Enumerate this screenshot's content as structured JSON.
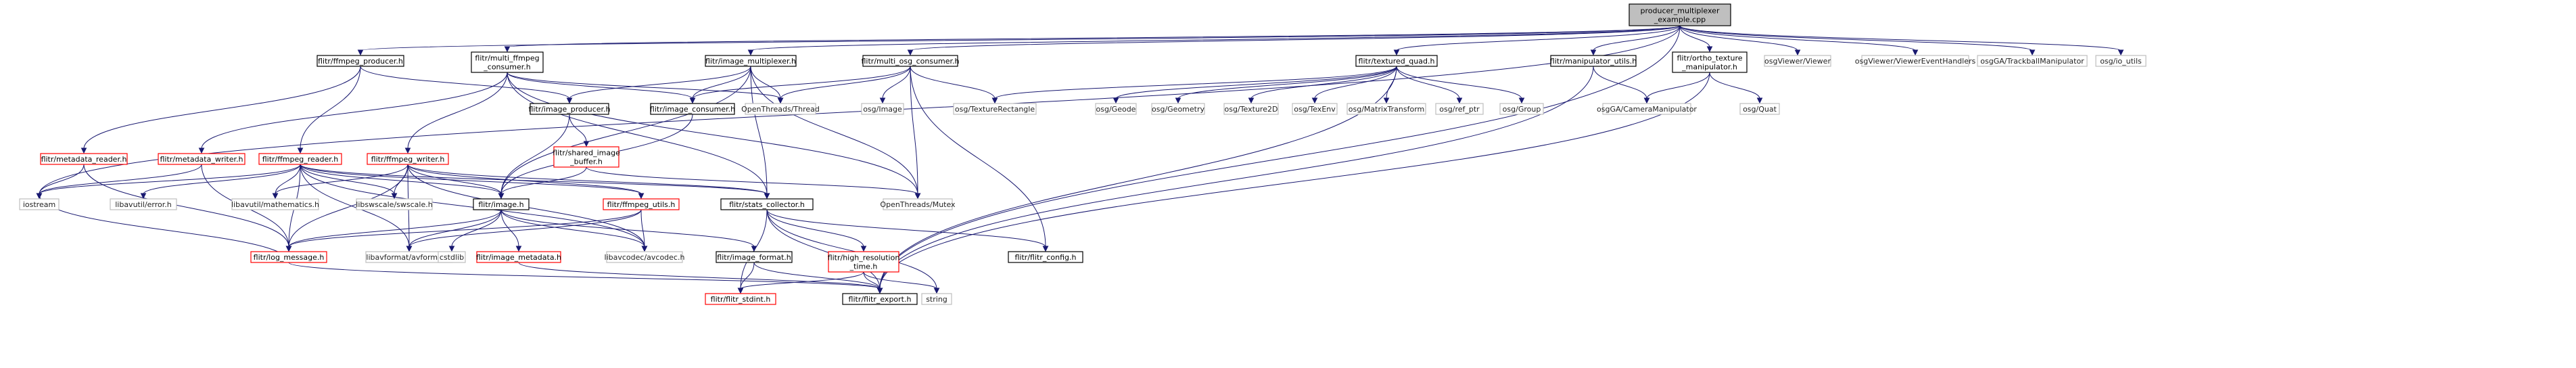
{
  "root": "producer_multiplexer_example.cpp",
  "colors": {
    "edge": "#191970",
    "border_internal": "#000000",
    "border_missing": "#ff0000",
    "border_external": "#bfbfbf",
    "fill_root": "#bfbfbf",
    "fill_default": "#ffffff"
  },
  "nodes": [
    {
      "id": "root",
      "lines": [
        "producer_multiplexer",
        "_example.cpp"
      ],
      "style": "root"
    },
    {
      "id": "ffmpeg_producer",
      "lines": [
        "flitr/ffmpeg_producer.h"
      ],
      "style": "internal"
    },
    {
      "id": "multi_ffmpeg_consumer",
      "lines": [
        "flitr/multi_ffmpeg",
        "_consumer.h"
      ],
      "style": "internal"
    },
    {
      "id": "image_multiplexer",
      "lines": [
        "flitr/image_multiplexer.h"
      ],
      "style": "internal"
    },
    {
      "id": "multi_osg_consumer",
      "lines": [
        "flitr/multi_osg_consumer.h"
      ],
      "style": "internal"
    },
    {
      "id": "textured_quad",
      "lines": [
        "flitr/textured_quad.h"
      ],
      "style": "internal"
    },
    {
      "id": "manipulator_utils",
      "lines": [
        "flitr/manipulator_utils.h"
      ],
      "style": "internal"
    },
    {
      "id": "ortho_texture",
      "lines": [
        "flitr/ortho_texture",
        "_manipulator.h"
      ],
      "style": "internal"
    },
    {
      "id": "osgViewer",
      "lines": [
        "osgViewer/Viewer"
      ],
      "style": "external"
    },
    {
      "id": "osgViewerEvent",
      "lines": [
        "osgViewer/ViewerEventHandlers"
      ],
      "style": "external"
    },
    {
      "id": "osgGATrackball",
      "lines": [
        "osgGA/TrackballManipulator"
      ],
      "style": "external"
    },
    {
      "id": "osgio",
      "lines": [
        "osg/io_utils"
      ],
      "style": "external"
    },
    {
      "id": "image_producer",
      "lines": [
        "flitr/image_producer.h"
      ],
      "style": "internal"
    },
    {
      "id": "image_consumer",
      "lines": [
        "flitr/image_consumer.h"
      ],
      "style": "internal"
    },
    {
      "id": "openthreads_thread",
      "lines": [
        "OpenThreads/Thread"
      ],
      "style": "external"
    },
    {
      "id": "osg_image",
      "lines": [
        "osg/Image"
      ],
      "style": "external"
    },
    {
      "id": "osg_texrect",
      "lines": [
        "osg/TextureRectangle"
      ],
      "style": "external"
    },
    {
      "id": "osg_geode",
      "lines": [
        "osg/Geode"
      ],
      "style": "external"
    },
    {
      "id": "osg_geometry",
      "lines": [
        "osg/Geometry"
      ],
      "style": "external"
    },
    {
      "id": "osg_tex2d",
      "lines": [
        "osg/Texture2D"
      ],
      "style": "external"
    },
    {
      "id": "osg_texenv",
      "lines": [
        "osg/TexEnv"
      ],
      "style": "external"
    },
    {
      "id": "osg_mattrans",
      "lines": [
        "osg/MatrixTransform"
      ],
      "style": "external"
    },
    {
      "id": "osg_refptr",
      "lines": [
        "osg/ref_ptr"
      ],
      "style": "external"
    },
    {
      "id": "osg_group",
      "lines": [
        "osg/Group"
      ],
      "style": "external"
    },
    {
      "id": "osgga_camman",
      "lines": [
        "osgGA/CameraManipulator"
      ],
      "style": "external"
    },
    {
      "id": "osg_quat",
      "lines": [
        "osg/Quat"
      ],
      "style": "external"
    },
    {
      "id": "metadata_reader",
      "lines": [
        "flitr/metadata_reader.h"
      ],
      "style": "missing"
    },
    {
      "id": "metadata_writer",
      "lines": [
        "flitr/metadata_writer.h"
      ],
      "style": "missing"
    },
    {
      "id": "ffmpeg_reader",
      "lines": [
        "flitr/ffmpeg_reader.h"
      ],
      "style": "missing"
    },
    {
      "id": "ffmpeg_writer",
      "lines": [
        "flitr/ffmpeg_writer.h"
      ],
      "style": "missing"
    },
    {
      "id": "shared_image_buffer",
      "lines": [
        "flitr/shared_image",
        "_buffer.h"
      ],
      "style": "missing"
    },
    {
      "id": "iostream",
      "lines": [
        "iostream"
      ],
      "style": "external"
    },
    {
      "id": "libavutil_error",
      "lines": [
        "libavutil/error.h"
      ],
      "style": "external"
    },
    {
      "id": "libavutil_math",
      "lines": [
        "libavutil/mathematics.h"
      ],
      "style": "external"
    },
    {
      "id": "libswscale",
      "lines": [
        "libswscale/swscale.h"
      ],
      "style": "external"
    },
    {
      "id": "image",
      "lines": [
        "flitr/image.h"
      ],
      "style": "internal"
    },
    {
      "id": "ffmpeg_utils",
      "lines": [
        "flitr/ffmpeg_utils.h"
      ],
      "style": "missing"
    },
    {
      "id": "stats_collector",
      "lines": [
        "flitr/stats_collector.h"
      ],
      "style": "internal"
    },
    {
      "id": "openthreads_mutex",
      "lines": [
        "OpenThreads/Mutex"
      ],
      "style": "external"
    },
    {
      "id": "log_message",
      "lines": [
        "flitr/log_message.h"
      ],
      "style": "missing"
    },
    {
      "id": "libavformat",
      "lines": [
        "libavformat/avformat.h"
      ],
      "style": "external"
    },
    {
      "id": "cstdlib",
      "lines": [
        "cstdlib"
      ],
      "style": "external"
    },
    {
      "id": "image_metadata",
      "lines": [
        "flitr/image_metadata.h"
      ],
      "style": "missing"
    },
    {
      "id": "libavcodec",
      "lines": [
        "libavcodec/avcodec.h"
      ],
      "style": "external"
    },
    {
      "id": "image_format",
      "lines": [
        "flitr/image_format.h"
      ],
      "style": "internal"
    },
    {
      "id": "high_res_time",
      "lines": [
        "flitr/high_resolution",
        "_time.h"
      ],
      "style": "missing"
    },
    {
      "id": "flitr_config",
      "lines": [
        "flitr/flitr_config.h"
      ],
      "style": "internal"
    },
    {
      "id": "flitr_stdint",
      "lines": [
        "flitr/flitr_stdint.h"
      ],
      "style": "missing"
    },
    {
      "id": "flitr_export",
      "lines": [
        "flitr/flitr_export.h"
      ],
      "style": "internal"
    },
    {
      "id": "string",
      "lines": [
        "string"
      ],
      "style": "external"
    }
  ],
  "edges": [
    [
      "root",
      "ffmpeg_producer"
    ],
    [
      "root",
      "multi_ffmpeg_consumer"
    ],
    [
      "root",
      "image_multiplexer"
    ],
    [
      "root",
      "multi_osg_consumer"
    ],
    [
      "root",
      "textured_quad"
    ],
    [
      "root",
      "manipulator_utils"
    ],
    [
      "root",
      "ortho_texture"
    ],
    [
      "root",
      "osgViewer"
    ],
    [
      "root",
      "osgViewerEvent"
    ],
    [
      "root",
      "osgGATrackball"
    ],
    [
      "root",
      "osgio"
    ],
    [
      "root",
      "iostream"
    ],
    [
      "root",
      "flitr_export"
    ],
    [
      "ffmpeg_producer",
      "image_producer"
    ],
    [
      "ffmpeg_producer",
      "ffmpeg_reader"
    ],
    [
      "ffmpeg_producer",
      "metadata_reader"
    ],
    [
      "multi_ffmpeg_consumer",
      "image_consumer"
    ],
    [
      "multi_ffmpeg_consumer",
      "openthreads_thread"
    ],
    [
      "multi_ffmpeg_consumer",
      "ffmpeg_writer"
    ],
    [
      "multi_ffmpeg_consumer",
      "metadata_writer"
    ],
    [
      "multi_ffmpeg_consumer",
      "stats_collector"
    ],
    [
      "multi_ffmpeg_consumer",
      "openthreads_mutex"
    ],
    [
      "image_multiplexer",
      "image_producer"
    ],
    [
      "image_multiplexer",
      "image_consumer"
    ],
    [
      "image_multiplexer",
      "openthreads_thread"
    ],
    [
      "image_multiplexer",
      "openthreads_mutex"
    ],
    [
      "image_multiplexer",
      "image"
    ],
    [
      "image_multiplexer",
      "stats_collector"
    ],
    [
      "multi_osg_consumer",
      "image_consumer"
    ],
    [
      "multi_osg_consumer",
      "openthreads_thread"
    ],
    [
      "multi_osg_consumer",
      "osg_image"
    ],
    [
      "multi_osg_consumer",
      "osg_texrect"
    ],
    [
      "multi_osg_consumer",
      "openthreads_mutex"
    ],
    [
      "multi_osg_consumer",
      "flitr_config"
    ],
    [
      "textured_quad",
      "osg_geode"
    ],
    [
      "textured_quad",
      "osg_geometry"
    ],
    [
      "textured_quad",
      "osg_tex2d"
    ],
    [
      "textured_quad",
      "osg_texenv"
    ],
    [
      "textured_quad",
      "osg_mattrans"
    ],
    [
      "textured_quad",
      "osg_refptr"
    ],
    [
      "textured_quad",
      "osg_group"
    ],
    [
      "textured_quad",
      "osg_texrect"
    ],
    [
      "textured_quad",
      "flitr_export"
    ],
    [
      "manipulator_utils",
      "osgga_camman"
    ],
    [
      "manipulator_utils",
      "flitr_export"
    ],
    [
      "ortho_texture",
      "osgga_camman"
    ],
    [
      "ortho_texture",
      "osg_quat"
    ],
    [
      "ortho_texture",
      "flitr_export"
    ],
    [
      "image_producer",
      "image"
    ],
    [
      "image_producer",
      "shared_image_buffer"
    ],
    [
      "image_consumer",
      "image"
    ],
    [
      "shared_image_buffer",
      "image"
    ],
    [
      "shared_image_buffer",
      "openthreads_mutex"
    ],
    [
      "metadata_reader",
      "iostream"
    ],
    [
      "metadata_reader",
      "log_message"
    ],
    [
      "metadata_writer",
      "iostream"
    ],
    [
      "metadata_writer",
      "log_message"
    ],
    [
      "ffmpeg_reader",
      "iostream"
    ],
    [
      "ffmpeg_reader",
      "libavutil_error"
    ],
    [
      "ffmpeg_reader",
      "libavutil_math"
    ],
    [
      "ffmpeg_reader",
      "libswscale"
    ],
    [
      "ffmpeg_reader",
      "image"
    ],
    [
      "ffmpeg_reader",
      "ffmpeg_utils"
    ],
    [
      "ffmpeg_reader",
      "log_message"
    ],
    [
      "ffmpeg_reader",
      "libavformat"
    ],
    [
      "ffmpeg_reader",
      "libavcodec"
    ],
    [
      "ffmpeg_reader",
      "stats_collector"
    ],
    [
      "ffmpeg_writer",
      "libavutil_math"
    ],
    [
      "ffmpeg_writer",
      "libswscale"
    ],
    [
      "ffmpeg_writer",
      "image"
    ],
    [
      "ffmpeg_writer",
      "ffmpeg_utils"
    ],
    [
      "ffmpeg_writer",
      "stats_collector"
    ],
    [
      "ffmpeg_writer",
      "log_message"
    ],
    [
      "ffmpeg_writer",
      "libavformat"
    ],
    [
      "ffmpeg_writer",
      "libavcodec"
    ],
    [
      "image",
      "log_message"
    ],
    [
      "image",
      "libavformat"
    ],
    [
      "image",
      "cstdlib"
    ],
    [
      "image",
      "image_metadata"
    ],
    [
      "image",
      "image_format"
    ],
    [
      "image",
      "libavcodec"
    ],
    [
      "ffmpeg_utils",
      "log_message"
    ],
    [
      "ffmpeg_utils",
      "libavformat"
    ],
    [
      "ffmpeg_utils",
      "libavcodec"
    ],
    [
      "stats_collector",
      "high_res_time"
    ],
    [
      "stats_collector",
      "flitr_config"
    ],
    [
      "stats_collector",
      "string"
    ],
    [
      "stats_collector",
      "flitr_stdint"
    ],
    [
      "stats_collector",
      "flitr_export"
    ],
    [
      "log_message",
      "flitr_export"
    ],
    [
      "log_message",
      "iostream"
    ],
    [
      "image_metadata",
      "flitr_export"
    ],
    [
      "image_format",
      "flitr_stdint"
    ],
    [
      "image_format",
      "flitr_export"
    ],
    [
      "high_res_time",
      "flitr_stdint"
    ],
    [
      "high_res_time",
      "flitr_export"
    ],
    [
      "high_res_time",
      "string"
    ]
  ]
}
